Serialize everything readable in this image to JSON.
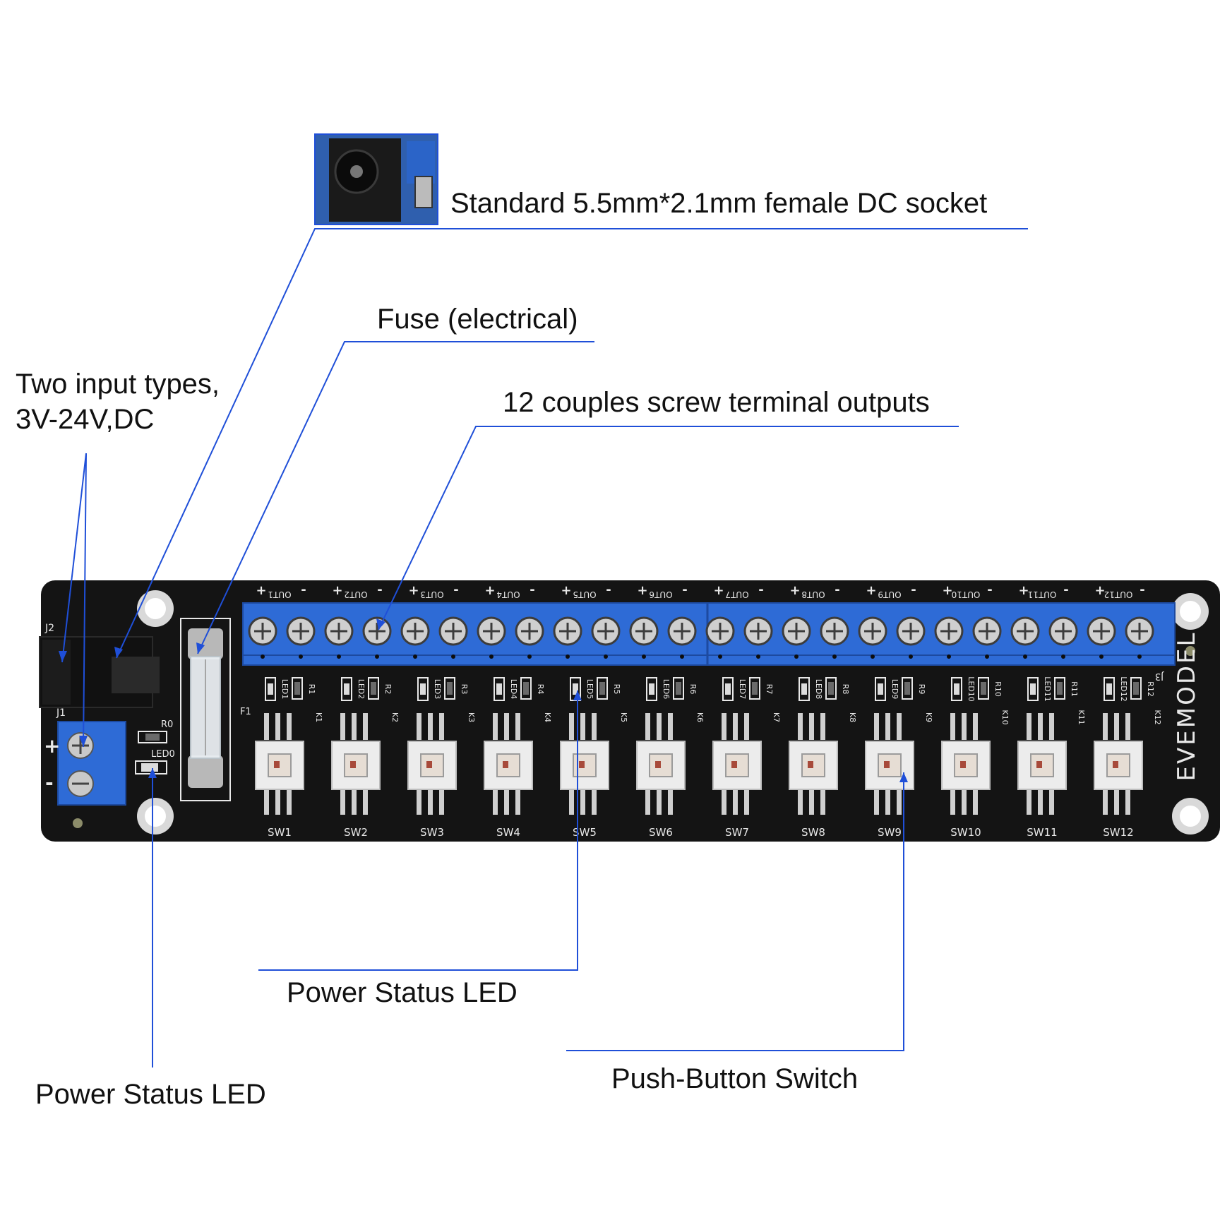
{
  "callouts": {
    "dc_socket": "Standard 5.5mm*2.1mm female DC socket",
    "fuse": "Fuse (electrical)",
    "input_types_line1": "Two input types,",
    "input_types_line2": "3V-24V,DC",
    "terminal_outputs": "12 couples screw terminal outputs",
    "led_indicator": "Power Status LED",
    "power_led": "Power Status LED",
    "push_button": "Push-Button Switch"
  },
  "board": {
    "brand": "EVEMODEL",
    "jack_ref": "J2",
    "input_terminal_ref": "J1",
    "output_terminal_ref": "J3",
    "fuse_ref": "F1",
    "power_led_ref": "LED0",
    "power_resistor_ref": "R0",
    "plus_sign": "+",
    "minus_sign": "-",
    "outputs": [
      {
        "out": "OUT1",
        "led": "LED1",
        "res": "R1",
        "key": "K1",
        "sw": "SW1"
      },
      {
        "out": "OUT2",
        "led": "LED2",
        "res": "R2",
        "key": "K2",
        "sw": "SW2"
      },
      {
        "out": "OUT3",
        "led": "LED3",
        "res": "R3",
        "key": "K3",
        "sw": "SW3"
      },
      {
        "out": "OUT4",
        "led": "LED4",
        "res": "R4",
        "key": "K4",
        "sw": "SW4"
      },
      {
        "out": "OUT5",
        "led": "LED5",
        "res": "R5",
        "key": "K5",
        "sw": "SW5"
      },
      {
        "out": "OUT6",
        "led": "LED6",
        "res": "R6",
        "key": "K6",
        "sw": "SW6"
      },
      {
        "out": "OUT7",
        "led": "LED7",
        "res": "R7",
        "key": "K7",
        "sw": "SW7"
      },
      {
        "out": "OUT8",
        "led": "LED8",
        "res": "R8",
        "key": "K8",
        "sw": "SW8"
      },
      {
        "out": "OUT9",
        "led": "LED9",
        "res": "R9",
        "key": "K9",
        "sw": "SW9"
      },
      {
        "out": "OUT10",
        "led": "LED10",
        "res": "R10",
        "key": "K10",
        "sw": "SW10"
      },
      {
        "out": "OUT11",
        "led": "LED11",
        "res": "R11",
        "key": "K11",
        "sw": "SW11"
      },
      {
        "out": "OUT12",
        "led": "LED12",
        "res": "R12",
        "key": "K12",
        "sw": "SW12"
      }
    ]
  },
  "colors": {
    "leader": "#1f4fd8",
    "pcb": "#141414",
    "terminal": "#2e6bd6",
    "silkscreen": "#e8e8e8"
  }
}
